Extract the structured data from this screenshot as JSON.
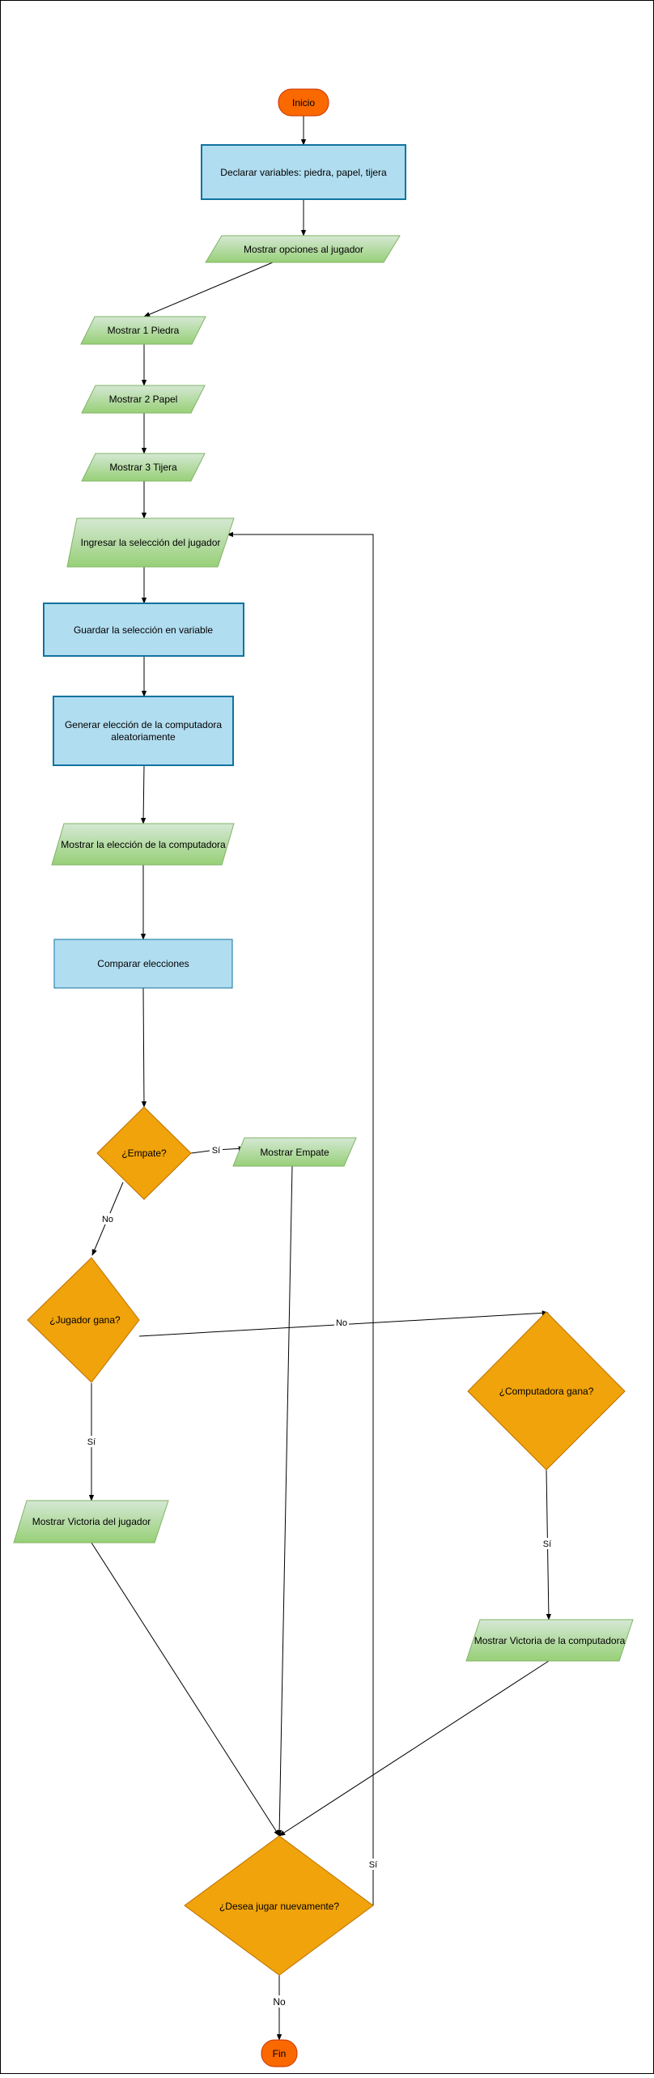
{
  "diagram": {
    "nodes": {
      "inicio": "Inicio",
      "declarar": "Declarar variables: piedra, papel, tijera",
      "mostrar_opciones": "Mostrar opciones al jugador",
      "piedra": "Mostrar 1 Piedra",
      "papel": "Mostrar 2 Papel",
      "tijera": "Mostrar 3 Tijera",
      "ingresar": "Ingresar la selección del jugador",
      "guardar": "Guardar la selección en variable",
      "generar_1": "Generar elección de la computadora",
      "generar_2": "aleatoriamente",
      "mostrar_comp": "Mostrar la elección de la computadora",
      "comparar": "Comparar elecciones",
      "empate": "¿Empate?",
      "mostrar_empate": "Mostrar Empate",
      "jugador_gana": "¿Jugador gana?",
      "comp_gana": "¿Computadora gana?",
      "victoria_jugador": "Mostrar Victoria del jugador",
      "victoria_comp": "Mostrar Victoria de la computadora",
      "jugar": "¿Desea jugar nuevamente?",
      "fin": "Fin"
    },
    "edge_labels": {
      "empate_si": "Sí",
      "empate_no": "No",
      "jugador_no": "No",
      "jugador_si": "Sí",
      "comp_si": "Sí",
      "jugar_si": "Sí",
      "jugar_no": "No"
    },
    "colors": {
      "terminal_fill": "#fa6800",
      "terminal_stroke": "#c73500",
      "process_fill": "#b1ddf0",
      "process_stroke": "#10739e",
      "io_fill_top": "#d5e8d4",
      "io_fill_bottom": "#97d077",
      "io_stroke": "#82b366",
      "decision_fill": "#f0a30a",
      "decision_stroke": "#bd7000",
      "edge": "#000000"
    }
  }
}
